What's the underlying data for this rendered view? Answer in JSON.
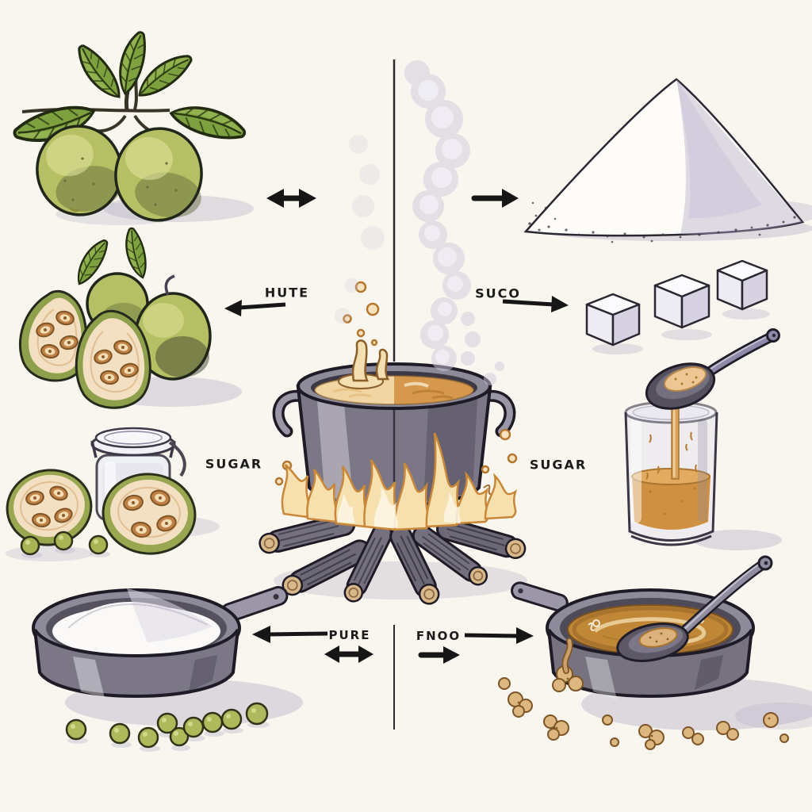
{
  "labels": {
    "hute": "HUTE",
    "suco": "SUCO",
    "sugar_left": "SUGAR",
    "sugar_right": "SUGAR",
    "pure": "PURE",
    "fnoo": "FNOO"
  },
  "objects": [
    "guava-branch",
    "guava-fruits",
    "guava-halves",
    "preserve-jar",
    "guava-slices",
    "green-berries",
    "cooking-pot",
    "boiling-liquid",
    "splash",
    "steam",
    "flames",
    "firewood-logs",
    "sugar-pile",
    "sugar-cubes",
    "pouring-spoon",
    "syrup-glass",
    "sugar-pan",
    "caramel-pan",
    "stirring-spoon",
    "caramel-crumbs",
    "divider-line-top",
    "divider-line-bottom",
    "arrow-double-top",
    "arrow-right-top",
    "arrow-left-hute",
    "arrow-right-suco",
    "arrow-left-pure",
    "arrow-double-pure",
    "arrow-right-fnoo",
    "arrow-right-fnoo-short"
  ],
  "colors": {
    "background": "#f8f6ee",
    "outline": "#23202b",
    "arrow_black": "#161616",
    "guava_green": "#b5bf63",
    "leaf_green": "#7da13f",
    "flesh_cream": "#f3e0c2",
    "seed_amber": "#c08044",
    "pot_gray": "#7b7787",
    "rim_gray": "#8d8a99",
    "liquid_cream": "#f1d6a4",
    "liquid_amber": "#d6984c",
    "caramel": "#c08736",
    "flame_cream": "#f6e0ae",
    "flame_orange": "#c9873a",
    "steam_lavender": "#cfcadd",
    "sugar_white": "#fdfcf9",
    "shade_lavender": "#b6afc8",
    "pea_green": "#aeb95c",
    "crumb_tan": "#dcb77f",
    "label_text": "#1b1b1b"
  }
}
